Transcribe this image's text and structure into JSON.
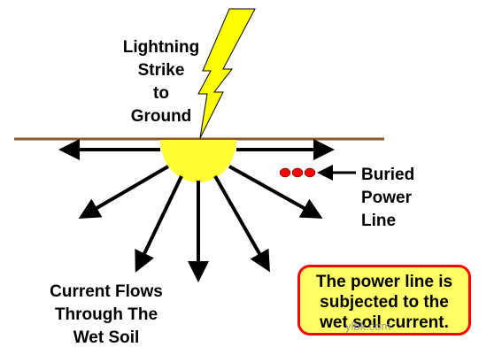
{
  "labels": {
    "lightning": "Lightning\nStrike\nto\nGround",
    "buried": "Buried\nPower\nLine",
    "current": "Current Flows\nThrough The\nWet Soil"
  },
  "note": {
    "text": "The power line is\nsubjected to the\nwet soil current."
  },
  "watermark": "ylbk.com",
  "colors": {
    "ground_line": "#8b5a2b",
    "lightning_bolt": "#ffff00",
    "strike_zone": "#ffff33",
    "power_cables": "#ff0000",
    "note_fill": "#ffff66",
    "note_border": "#ff0000",
    "arrows": "#000000"
  }
}
